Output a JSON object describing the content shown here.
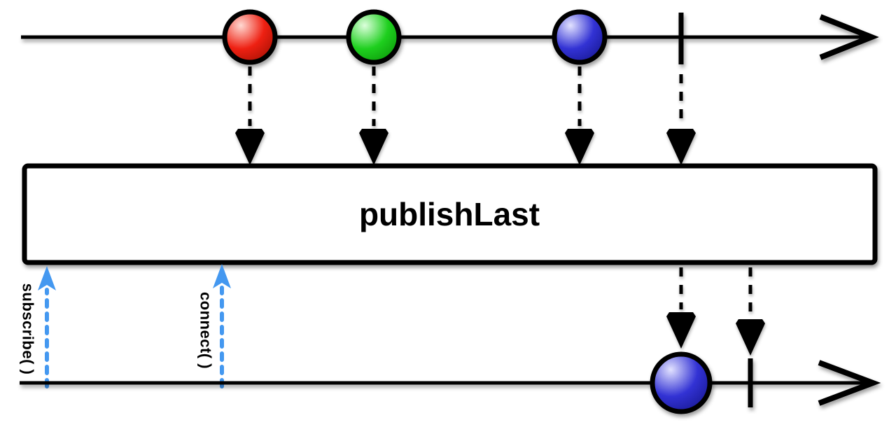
{
  "operator": {
    "label": "publishLast"
  },
  "annotations": {
    "subscribe_label": "subscribe( )",
    "connect_label": "connect( )"
  },
  "colors": {
    "ink": "#000000",
    "background": "#ffffff",
    "arrow_blue": "#4498f0"
  },
  "marbles": {
    "red": {
      "highlight": "#ffd9d2",
      "mid": "#ee2012",
      "dark": "#a81104"
    },
    "green": {
      "highlight": "#dcffdc",
      "mid": "#1ecf1e",
      "dark": "#0c9a0a"
    },
    "blue": {
      "highlight": "#e2e2ff",
      "mid": "#3232d4",
      "dark": "#181894"
    }
  },
  "source_stream": {
    "events": [
      {
        "type": "next",
        "value": "red-marble"
      },
      {
        "type": "next",
        "value": "green-marble"
      },
      {
        "type": "next",
        "value": "blue-marble"
      },
      {
        "type": "complete"
      }
    ]
  },
  "result_stream": {
    "events": [
      {
        "type": "next",
        "value": "blue-marble"
      },
      {
        "type": "complete"
      }
    ]
  }
}
